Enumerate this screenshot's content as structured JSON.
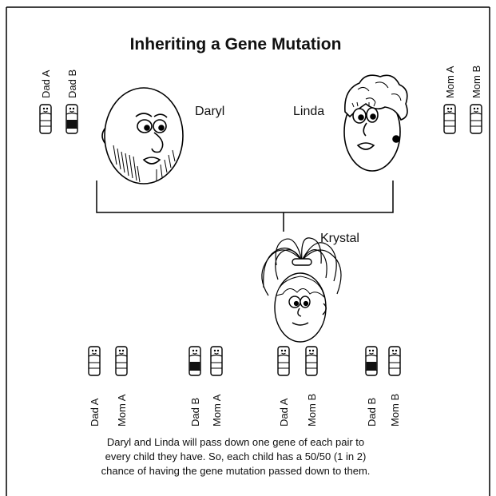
{
  "title": "Inheriting a Gene Mutation",
  "people": {
    "father": "Daryl",
    "mother": "Linda",
    "child": "Krystal"
  },
  "parent_chromosomes": {
    "dad": [
      "Dad A",
      "Dad B"
    ],
    "mom": [
      "Mom A",
      "Mom B"
    ]
  },
  "mutation_carrier": "Dad B",
  "combinations": [
    [
      "Dad A",
      "Mom A"
    ],
    [
      "Dad B",
      "Mom A"
    ],
    [
      "Dad A",
      "Mom B"
    ],
    [
      "Dad B",
      "Mom B"
    ]
  ],
  "caption": [
    "Daryl and Linda will pass down one gene of each pair to",
    "every child they have. So, each child has a 50/50 (1 in 2)",
    "chance of having the gene mutation passed down to them."
  ]
}
